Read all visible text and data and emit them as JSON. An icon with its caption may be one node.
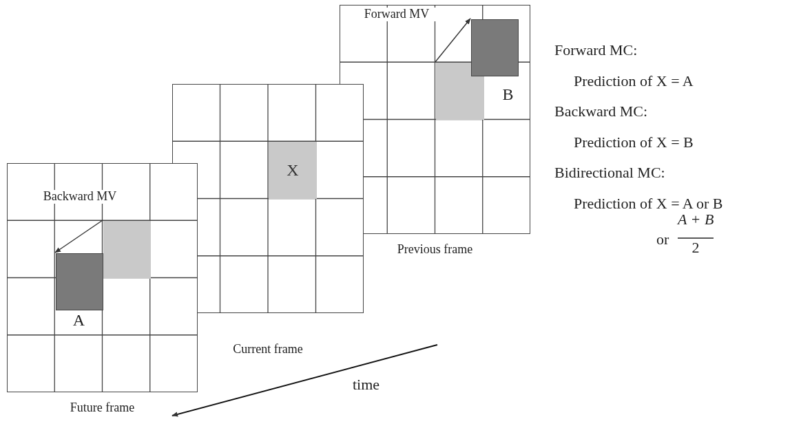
{
  "diagram": {
    "nodes": [
      {
        "text": [],
        "shape": "box",
        "beside": [
          "Future frame"
        ]
      },
      {
        "text": [],
        "shape": "box",
        "in": 0
      },
      {
        "text": [],
        "shape": "box",
        "in": 0,
        "beside": [
          "A"
        ]
      },
      {
        "text": [],
        "shape": "box",
        "beside": [
          "Current frame"
        ]
      },
      {
        "text": [
          "X"
        ],
        "in": 3
      },
      {
        "text": [],
        "shape": "box",
        "beside": [
          "Previous frame"
        ]
      },
      {
        "text": [],
        "shape": "box",
        "in": 5
      },
      {
        "text": [],
        "shape": "box",
        "in": 5,
        "beside": [
          "B"
        ]
      }
    ],
    "edges": [
      {
        "from": 1,
        "to": 2,
        "arrow": "to",
        "label": "Backward MV"
      },
      {
        "from": 6,
        "to": 7,
        "arrow": "to",
        "label": "Forward MV"
      }
    ],
    "labels": [
      "Forward MC:",
      "Prediction of X = A",
      "Backward MC:",
      "Prediction of X = B",
      "Bidirectional MC:",
      "Prediction of X = A or B",
      "or",
      "A + B",
      "2",
      "time"
    ]
  }
}
